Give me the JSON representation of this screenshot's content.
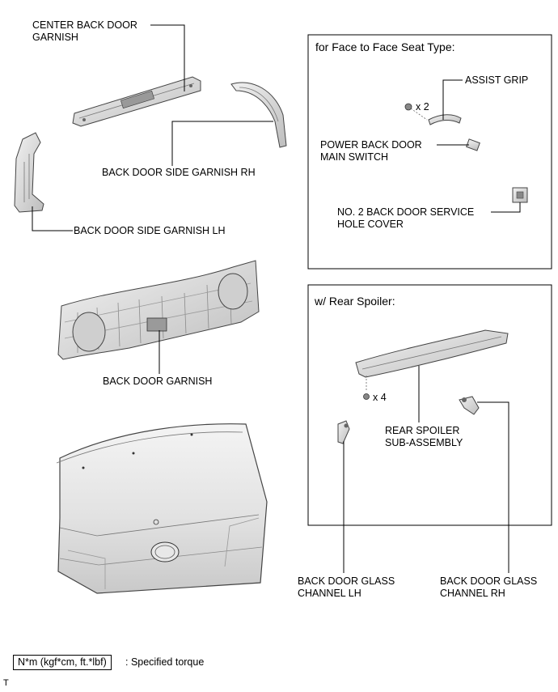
{
  "labels": {
    "center_back_door_garnish": [
      "CENTER BACK DOOR",
      "GARNISH"
    ],
    "back_door_side_garnish_rh": "BACK DOOR SIDE GARNISH RH",
    "back_door_side_garnish_lh": "BACK DOOR SIDE GARNISH LH",
    "back_door_garnish": "BACK DOOR GARNISH",
    "back_door_glass_channel_lh": [
      "BACK DOOR GLASS",
      "CHANNEL LH"
    ],
    "back_door_glass_channel_rh": [
      "BACK DOOR GLASS",
      "CHANNEL RH"
    ]
  },
  "face_to_face_box": {
    "title": "for Face to Face Seat Type:",
    "assist_grip": "ASSIST GRIP",
    "qty": "x 2",
    "power_back_door_main_switch": [
      "POWER BACK DOOR",
      "MAIN SWITCH"
    ],
    "service_hole_cover": [
      "NO. 2 BACK DOOR SERVICE",
      "HOLE COVER"
    ]
  },
  "rear_spoiler_box": {
    "title": "w/ Rear Spoiler:",
    "qty": "x 4",
    "rear_spoiler_sub_assembly": [
      "REAR SPOILER",
      "SUB-ASSEMBLY"
    ]
  },
  "legend": {
    "box_text": "N*m (kgf*cm, ft.*lbf)",
    "description": ": Specified torque"
  },
  "corner_mark": "T"
}
